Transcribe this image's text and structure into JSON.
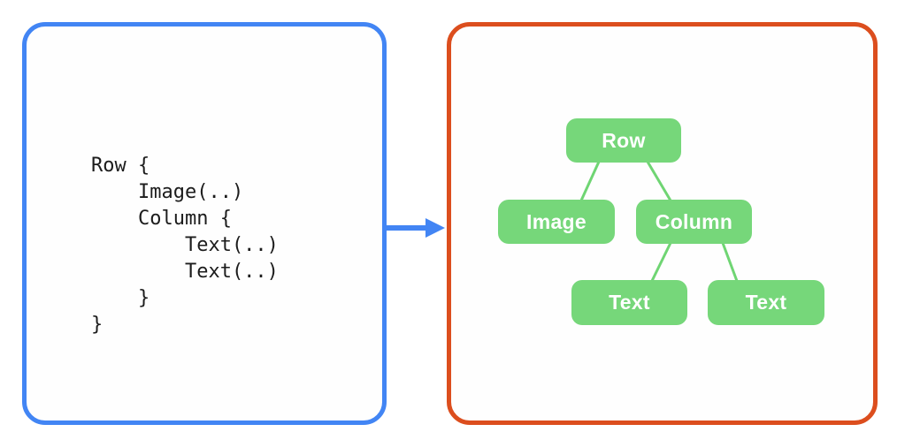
{
  "code_panel": {
    "lines": [
      "Row {",
      "    Image(..)",
      "    Column {",
      "        Text(..)",
      "        Text(..)",
      "    }",
      "}"
    ]
  },
  "tree_panel": {
    "nodes": {
      "row": "Row",
      "image": "Image",
      "column": "Column",
      "text_left": "Text",
      "text_right": "Text"
    }
  },
  "colors": {
    "code_panel_border": "#4285F4",
    "tree_panel_border": "#DC4E1E",
    "node_fill": "#76D77A",
    "connector_line": "#6FD573",
    "arrow": "#4285F4",
    "node_text": "#FFFFFF",
    "code_text": "#1C1C1C"
  }
}
